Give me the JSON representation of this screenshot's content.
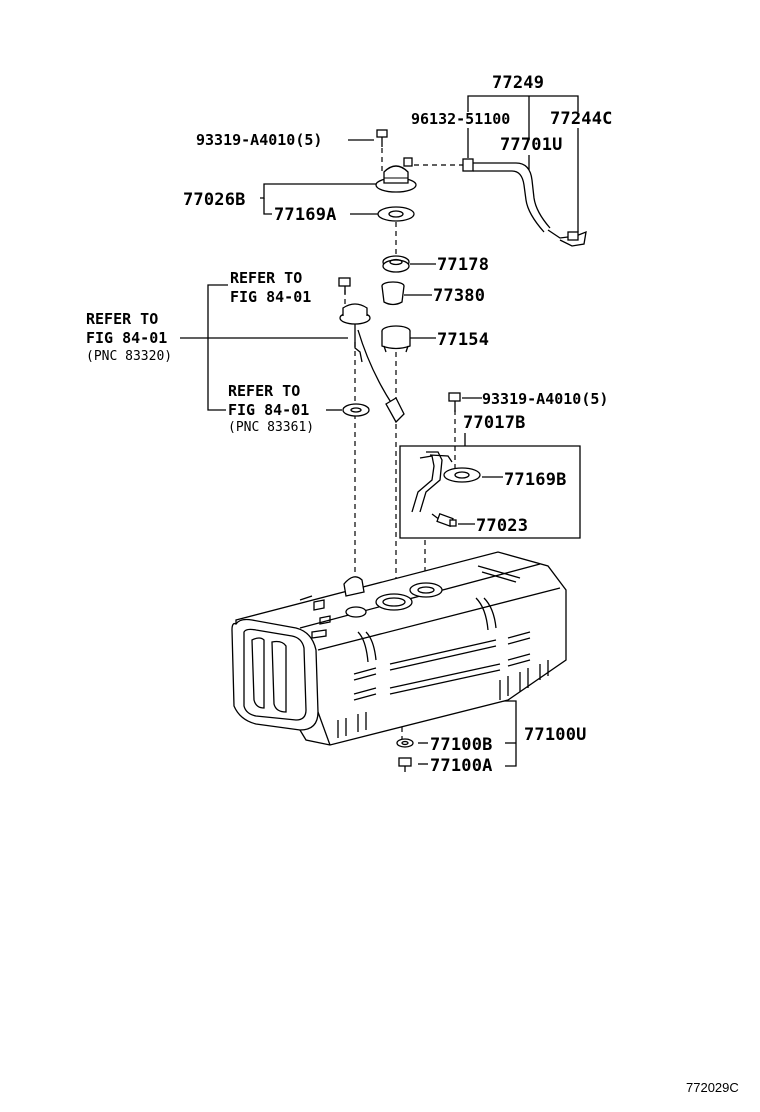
{
  "labels": {
    "p77249": "77249",
    "p96132": "96132-51100",
    "p77244c": "77244C",
    "p77701u": "77701U",
    "bolt_top": "93319-A4010(5)",
    "p77026b": "77026B",
    "p77169a": "77169A",
    "p77178": "77178",
    "p77380": "77380",
    "p77154": "77154",
    "bolt_mid": "93319-A4010(5)",
    "p77017b": "77017B",
    "p77169b": "77169B",
    "p77023": "77023",
    "p77100b": "77100B",
    "p77100a": "77100A",
    "p77100u": "77100U"
  },
  "refs": {
    "ref1_line1": "REFER TO",
    "ref1_line2": "FIG 84-01",
    "ref2_line1": "REFER TO",
    "ref2_line2": "FIG 84-01",
    "ref2_line3": "(PNC 83320)",
    "ref3_line1": "REFER TO",
    "ref3_line2": "FIG 84-01",
    "ref3_line3": "(PNC 83361)"
  },
  "diagram_code": "772029C"
}
